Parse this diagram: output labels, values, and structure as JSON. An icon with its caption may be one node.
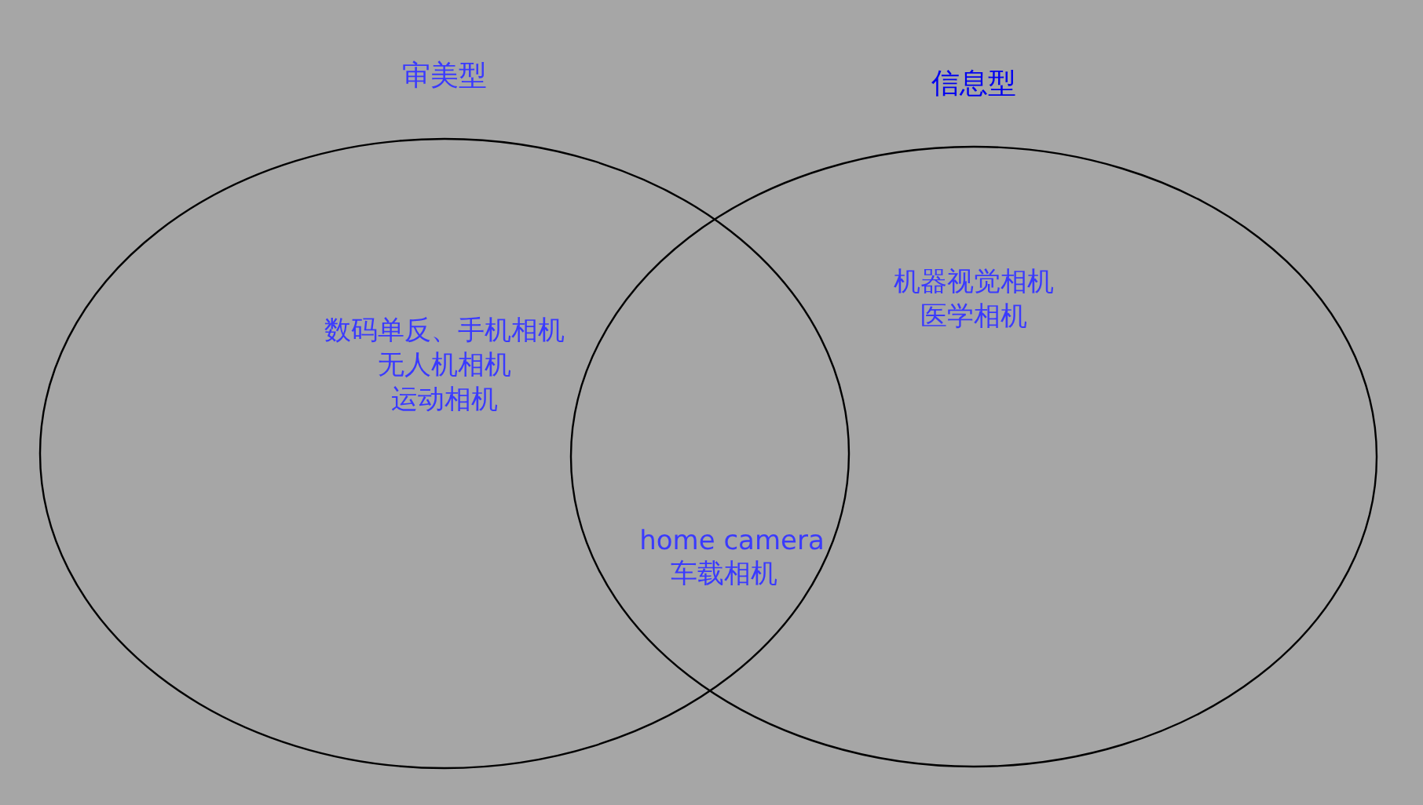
{
  "diagram": {
    "nodes": [
      {
        "text": [
          "审美型",
          "数码单反、手机相机",
          "无人机相机",
          "运动相机"
        ]
      },
      {
        "text": [
          "信息型",
          "机器视觉相机",
          "医学相机"
        ]
      }
    ],
    "labels": [
      "home camera",
      "车载相机"
    ]
  }
}
